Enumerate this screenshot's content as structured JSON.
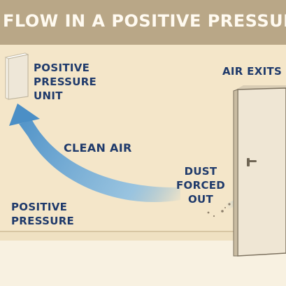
{
  "banner": {
    "title": "FLOW IN A POSITIVE PRESSURE SYSTEM"
  },
  "labels": {
    "unit_line1": "POSITIVE",
    "unit_line2": "PRESSURE",
    "unit_line3": "UNIT",
    "clean_air": "CLEAN AIR",
    "air_exits": "AIR EXITS",
    "dust_line1": "DUST",
    "dust_line2": "FORCED",
    "dust_line3": "OUT",
    "pressure_line1": "POSITIVE",
    "pressure_line2": "PRESSURE"
  },
  "colors": {
    "banner": "#b9a787",
    "wall": "#f4e6c9",
    "text": "#1f3a6b",
    "arrow": "#6aa9d6",
    "door": "#efe6d4"
  },
  "icons": [
    "positive-pressure-unit",
    "air-flow-arrow",
    "exit-arrow",
    "door",
    "door-handle",
    "dust-particles"
  ]
}
